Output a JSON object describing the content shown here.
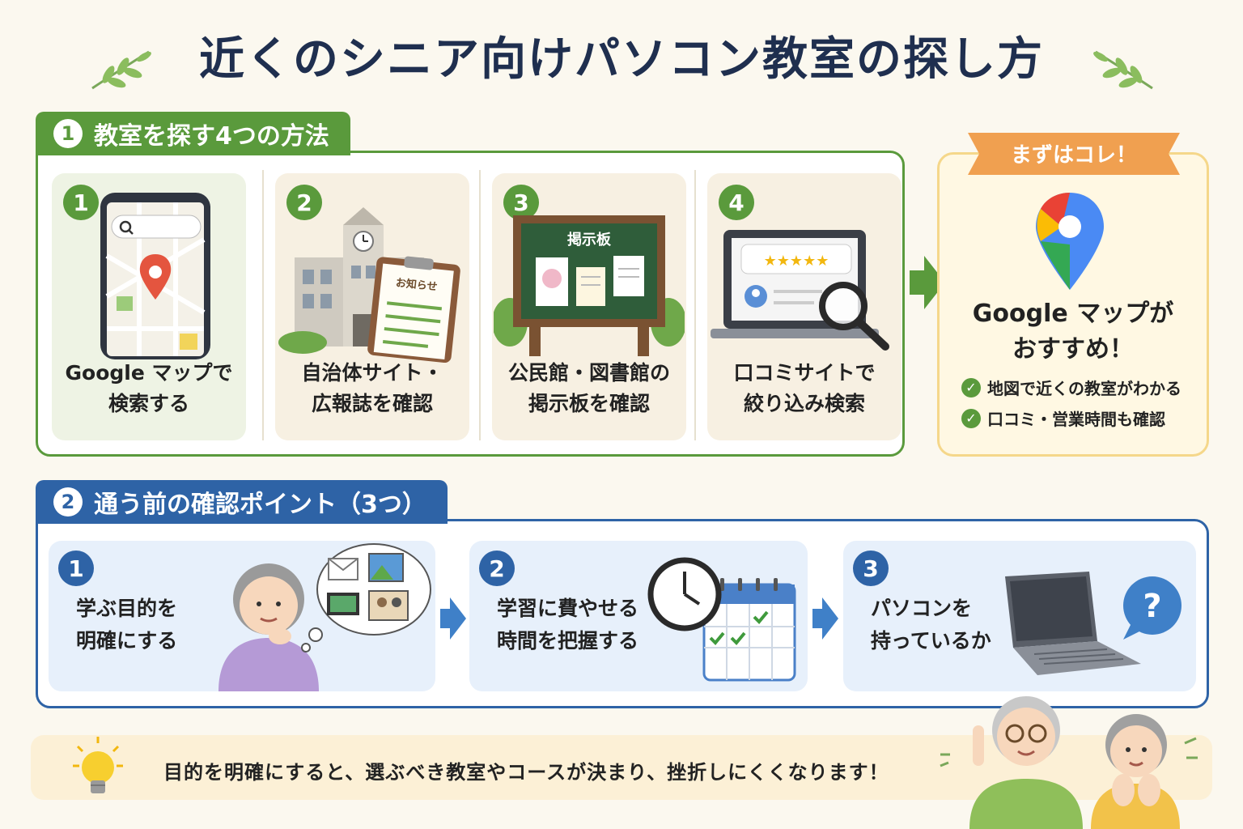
{
  "title": "近くのシニア向けパソコン教室の探し方",
  "section1": {
    "badge": "1",
    "heading": "教室を探す4つの方法",
    "methods": [
      {
        "num": "1",
        "line1": "Google マップで",
        "line2": "検索する",
        "icon": "smartphone-map-icon"
      },
      {
        "num": "2",
        "line1": "自治体サイト・",
        "line2": "広報誌を確認",
        "icon": "city-hall-newsletter-icon",
        "sign": "お知らせ"
      },
      {
        "num": "3",
        "line1": "公民館・図書館の",
        "line2": "掲示板を確認",
        "icon": "bulletin-board-icon",
        "sign": "掲示板"
      },
      {
        "num": "4",
        "line1": "口コミサイトで",
        "line2": "絞り込み検索",
        "icon": "laptop-review-search-icon"
      }
    ]
  },
  "recommend": {
    "ribbon": "まずはコレ！",
    "line1": "Google マップが",
    "line2": "おすすめ！",
    "checks": [
      "地図で近くの教室がわかる",
      "口コミ・営業時間も確認"
    ]
  },
  "section2": {
    "badge": "2",
    "heading": "通う前の確認ポイント（3つ）",
    "points": [
      {
        "num": "1",
        "line1": "学ぶ目的を",
        "line2": "明確にする",
        "icon": "thinking-senior-woman-icon"
      },
      {
        "num": "2",
        "line1": "学習に費やせる",
        "line2": "時間を把握する",
        "icon": "clock-calendar-icon"
      },
      {
        "num": "3",
        "line1": "パソコンを",
        "line2": "持っているか",
        "icon": "laptop-question-icon"
      }
    ]
  },
  "tip": {
    "text": "目的を明確にすると、選ぶべき教室やコースが決まり、挫折しにくくなります！",
    "icon": "lightbulb-icon"
  },
  "colors": {
    "green": "#5a9a3c",
    "blue": "#2e63a6",
    "navy": "#1f2f4f",
    "orange": "#f0a050",
    "cream": "#fbf8ef"
  }
}
